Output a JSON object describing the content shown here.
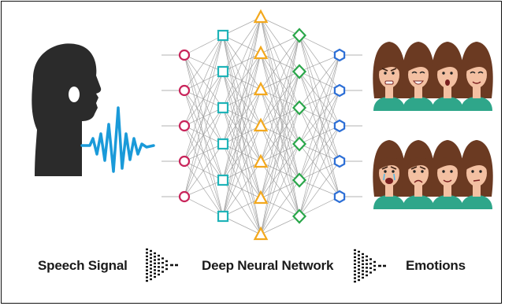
{
  "labels": {
    "speech": "Speech Signal",
    "network": "Deep Neural Network",
    "emotions": "Emotions"
  },
  "colors": {
    "head": "#2b2b2b",
    "wave": "#1a9ad9",
    "layer_circle": "#c8245a",
    "layer_square": "#1fb3b8",
    "layer_triangle": "#f3a81d",
    "layer_diamond": "#2aa64a",
    "layer_hexagon": "#2d6fd6",
    "edge": "#9a9a9a",
    "skin": "#f3c0a2",
    "hair": "#6b3a22",
    "shirt": "#2fa68a"
  },
  "network": {
    "layers": [
      {
        "shape": "circle",
        "nodes": 5
      },
      {
        "shape": "square",
        "nodes": 6
      },
      {
        "shape": "triangle",
        "nodes": 7
      },
      {
        "shape": "diamond",
        "nodes": 6
      },
      {
        "shape": "hexagon",
        "nodes": 5
      }
    ]
  },
  "faces": {
    "rows": 2,
    "cols": 4,
    "expressions": [
      "angry",
      "happy",
      "surprised",
      "smile",
      "crying",
      "sad",
      "calm",
      "thinking"
    ]
  },
  "icons": [
    "speaking-head-icon",
    "sound-wave-icon",
    "arrow-dots-icon",
    "face-icon"
  ]
}
